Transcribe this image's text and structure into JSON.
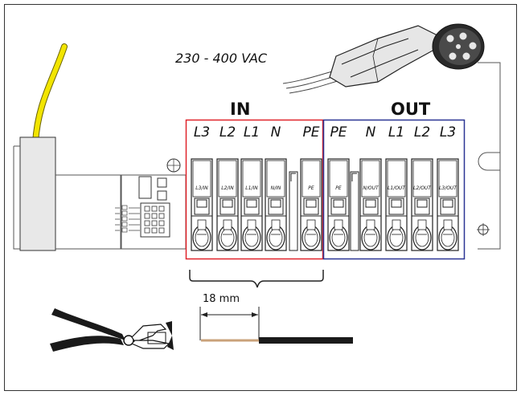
{
  "voltage_label": "230 - 400 VAC",
  "in_heading": "IN",
  "out_heading": "OUT",
  "in_terminals": [
    {
      "name": "L3",
      "tag": "L3/IN"
    },
    {
      "name": "L2",
      "tag": "L2/IN"
    },
    {
      "name": "L1",
      "tag": "L1/IN"
    },
    {
      "name": "N",
      "tag": "N/IN"
    },
    {
      "name": "PE",
      "tag": "PE"
    }
  ],
  "out_terminals": [
    {
      "name": "PE",
      "tag": "PE"
    },
    {
      "name": "N",
      "tag": "N/OUT"
    },
    {
      "name": "L1",
      "tag": "L1/OUT"
    },
    {
      "name": "L2",
      "tag": "L2/OUT"
    },
    {
      "name": "L3",
      "tag": "L3/OUT"
    }
  ],
  "strip_length": "18 mm",
  "colors": {
    "in_box": "#e0242b",
    "out_box": "#2b3594",
    "cable_yellow": "#f2e500",
    "wire_copper": "#c9a27a",
    "wire_insulation": "#1a1a1a"
  },
  "icons": {
    "plug": "type2-charging-plug-icon",
    "pliers": "wire-stripper-pliers-icon"
  }
}
